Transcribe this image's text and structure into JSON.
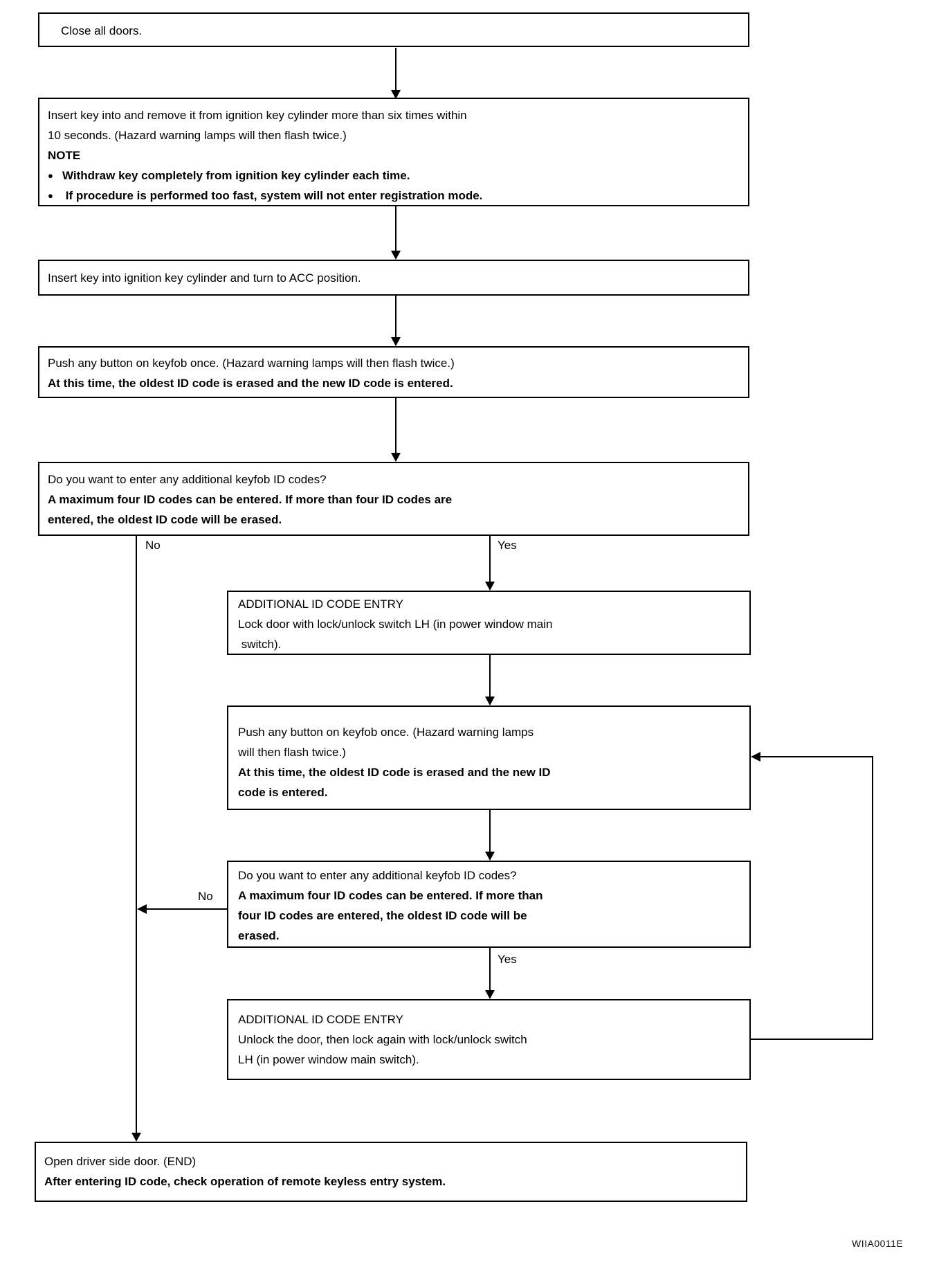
{
  "figure": {
    "code": "WIIA0011E"
  },
  "glyphs": {
    "bullet": "●"
  },
  "branches": {
    "no_top": "No",
    "yes_top": "Yes",
    "no_mid": "No",
    "yes_mid": "Yes"
  },
  "boxes": {
    "close_all_doors": {
      "lines": [
        "Close all doors."
      ]
    },
    "insert_remove_key": {
      "lines": [
        "Insert key into and remove it from ignition key cylinder more than six times within",
        "10 seconds. (Hazard warning lamps will then flash twice.)",
        "NOTE",
        "Withdraw key completely from ignition key cylinder each time.",
        " If procedure is performed too fast, system will not enter registration mode."
      ]
    },
    "key_to_acc": {
      "lines": [
        "Insert key into ignition key cylinder and turn to ACC position."
      ]
    },
    "push_button_1": {
      "lines": [
        "Push any button on keyfob once. (Hazard warning lamps will then flash twice.)",
        "At this time, the oldest ID code is erased and the new ID code is entered."
      ]
    },
    "question_1": {
      "lines": [
        "Do you want to enter any additional keyfob ID codes?",
        "A maximum four ID codes can be entered. If more than four ID codes are",
        "entered, the oldest ID code will be erased."
      ]
    },
    "additional_entry_1": {
      "lines": [
        "ADDITIONAL ID CODE ENTRY",
        "Lock door with lock/unlock switch LH (in power window main",
        " switch)."
      ]
    },
    "push_button_2": {
      "lines": [
        "Push any button on keyfob once. (Hazard warning lamps",
        "will then flash twice.)",
        "At this time, the oldest ID code is erased and the new ID",
        "code is entered."
      ]
    },
    "question_2": {
      "lines": [
        "Do you want to enter any additional keyfob ID codes?",
        "A maximum four ID codes can be entered. If more than",
        "four ID codes are entered, the oldest ID code will be",
        "erased."
      ]
    },
    "additional_entry_2": {
      "lines": [
        "ADDITIONAL ID CODE ENTRY",
        "Unlock the door, then lock again with lock/unlock switch",
        "LH (in power window main switch)."
      ]
    },
    "open_door_end": {
      "lines": [
        "Open driver side door. (END)",
        "After entering ID code, check operation of remote keyless entry system."
      ]
    }
  }
}
